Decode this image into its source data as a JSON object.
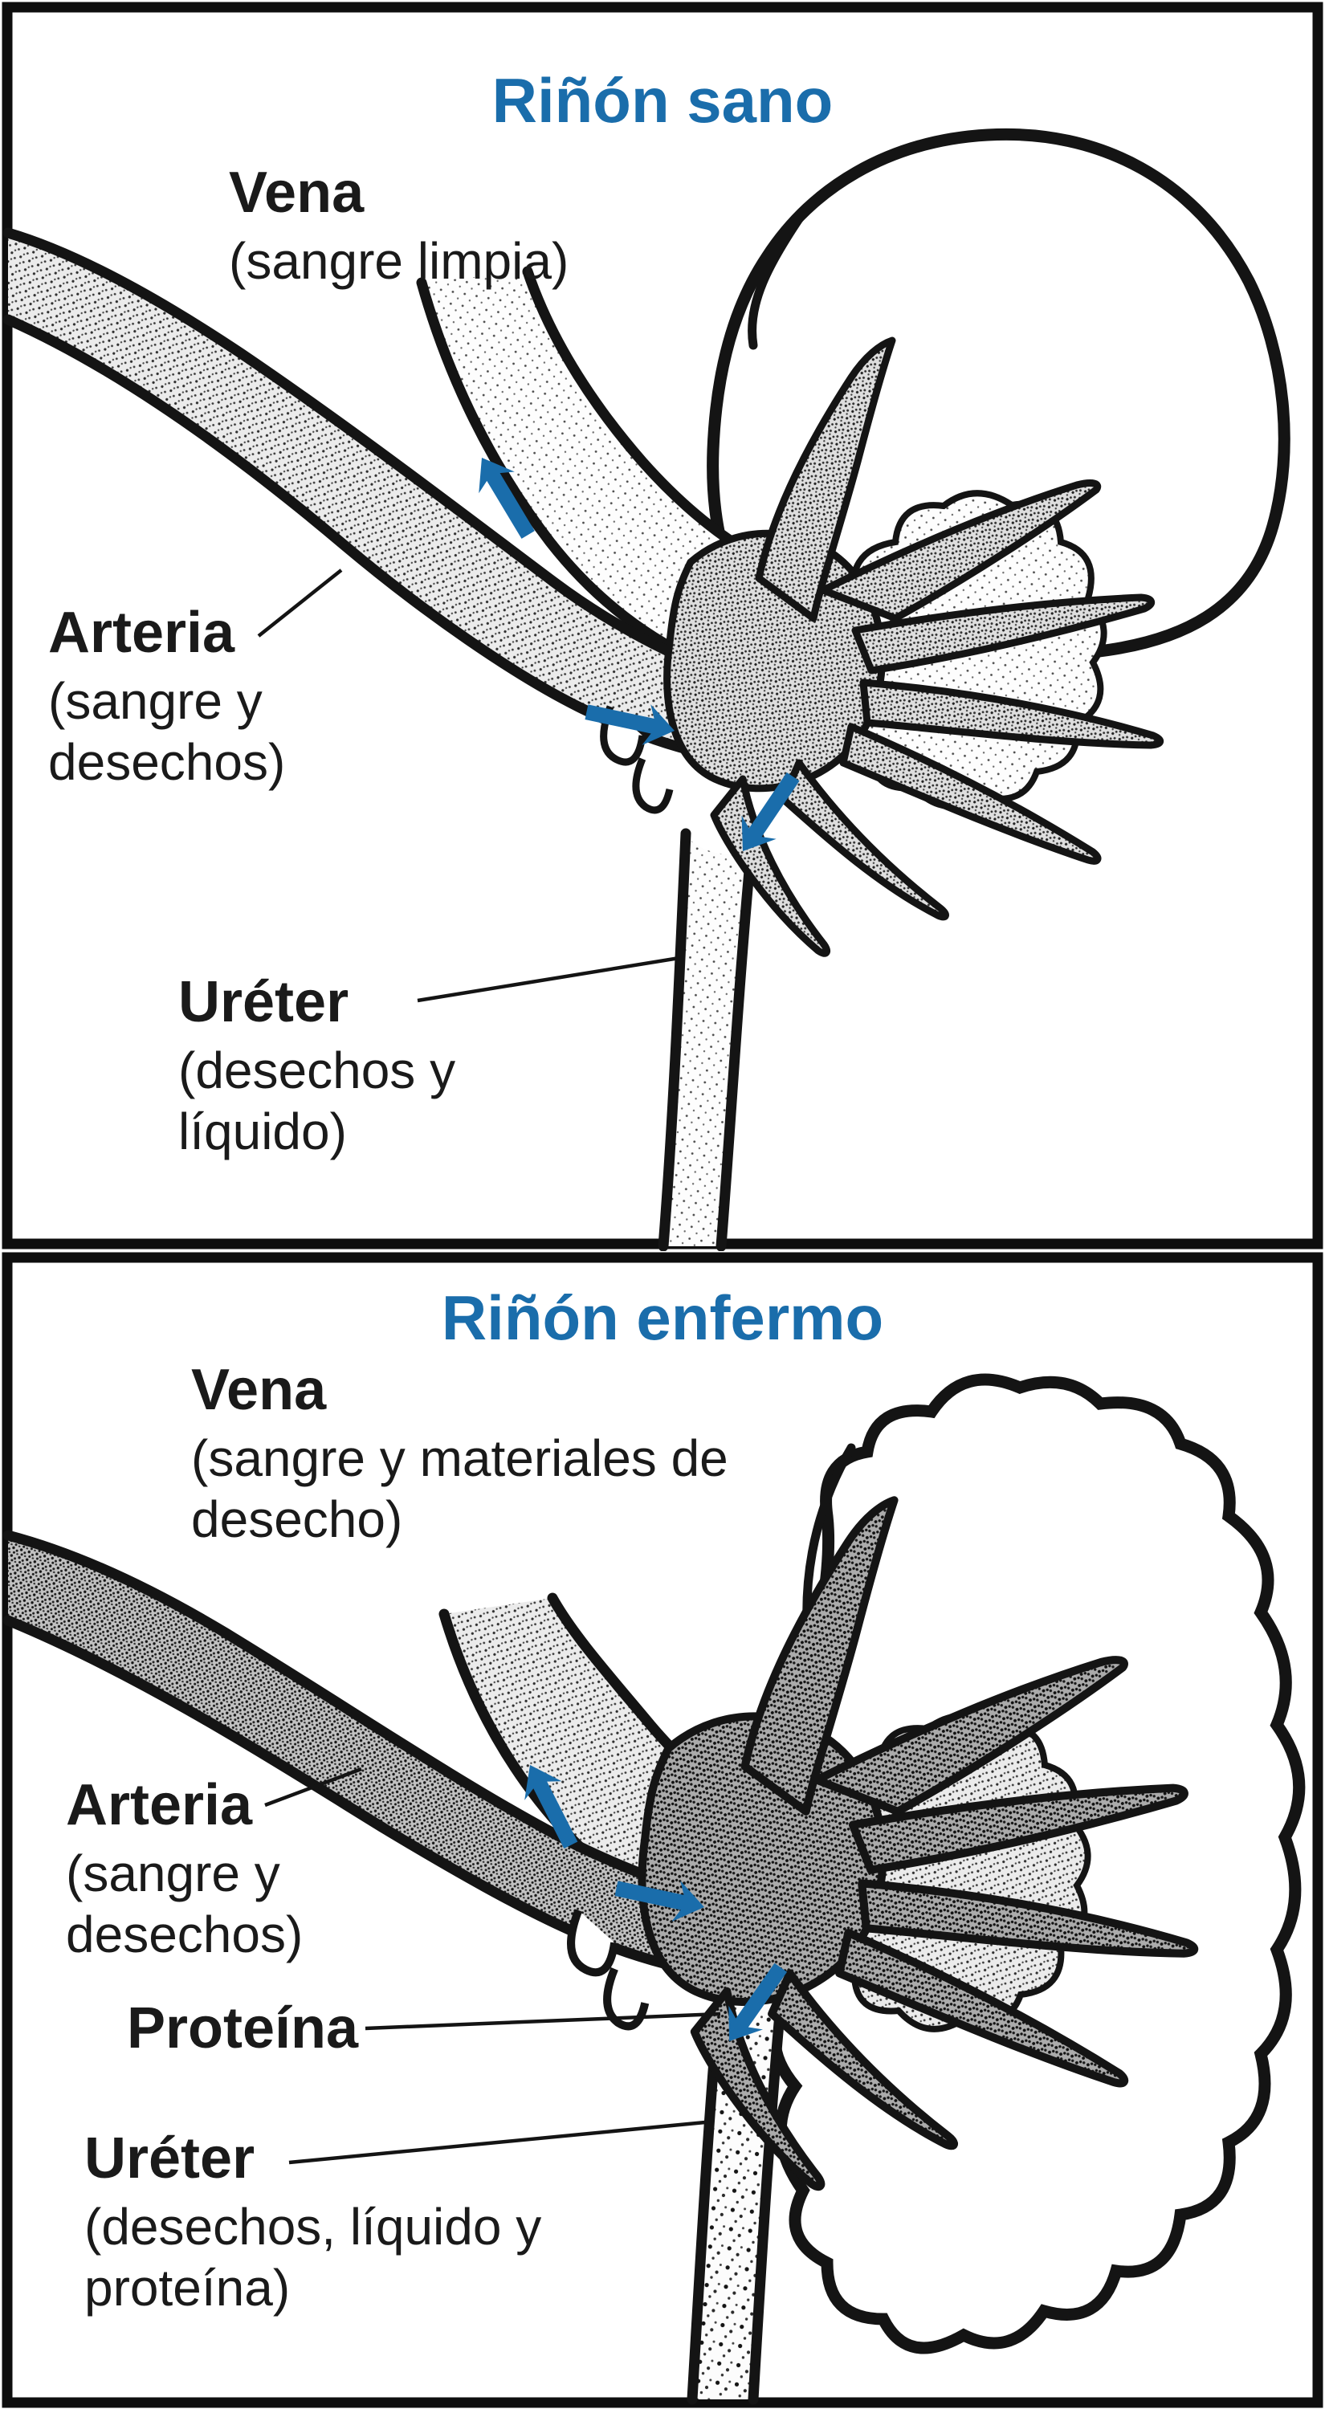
{
  "colors": {
    "accent_blue": "#1a6dab",
    "ink": "#1a1a1a",
    "background": "#ffffff"
  },
  "panel1": {
    "title": "Riñón sano",
    "vena_name": "Vena",
    "vena_detail": "(sangre limpia)",
    "arteria_name": "Arteria",
    "arteria_detail": "(sangre y desechos)",
    "ureter_name": "Uréter",
    "ureter_detail": "(desechos y líquido)",
    "arrows": {
      "vein_flow": "up",
      "artery_flow": "right",
      "ureter_flow": "down"
    }
  },
  "panel2": {
    "title": "Riñón enfermo",
    "vena_name": "Vena",
    "vena_detail": "(sangre y materiales de desecho)",
    "arteria_name": "Arteria",
    "arteria_detail": "(sangre y desechos)",
    "proteina_name": "Proteína",
    "ureter_name": "Uréter",
    "ureter_detail": "(desechos, líquido y proteína)",
    "arrows": {
      "vein_flow": "up",
      "artery_flow": "right",
      "ureter_flow": "down"
    }
  }
}
